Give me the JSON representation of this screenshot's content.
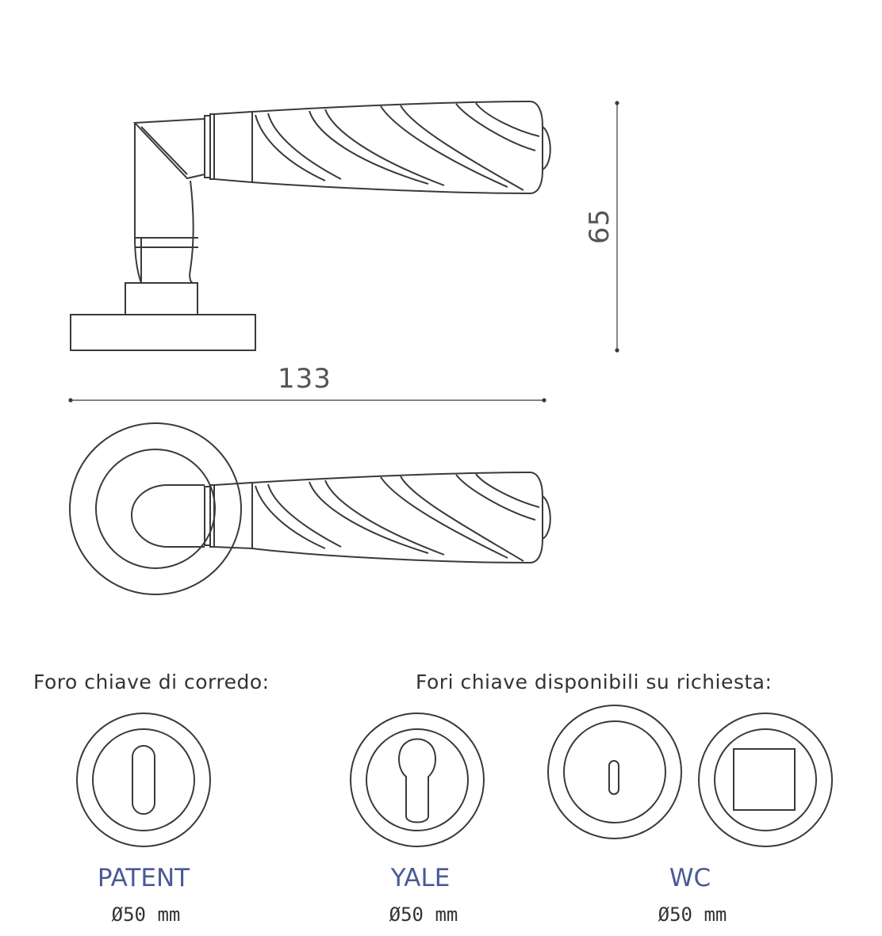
{
  "dimensions": {
    "length": "133",
    "height": "65"
  },
  "headings": {
    "standard": "Foro chiave di corredo:",
    "on_request": "Fori chiave disponibili su richiesta:"
  },
  "keyholes": [
    {
      "name": "PATENT",
      "size": "Ø50 mm"
    },
    {
      "name": "YALE",
      "size": "Ø50 mm"
    },
    {
      "name": "WC",
      "size": "Ø50 mm"
    }
  ],
  "colors": {
    "line": "#3a3a3a",
    "label_blue": "#4a5a96"
  }
}
